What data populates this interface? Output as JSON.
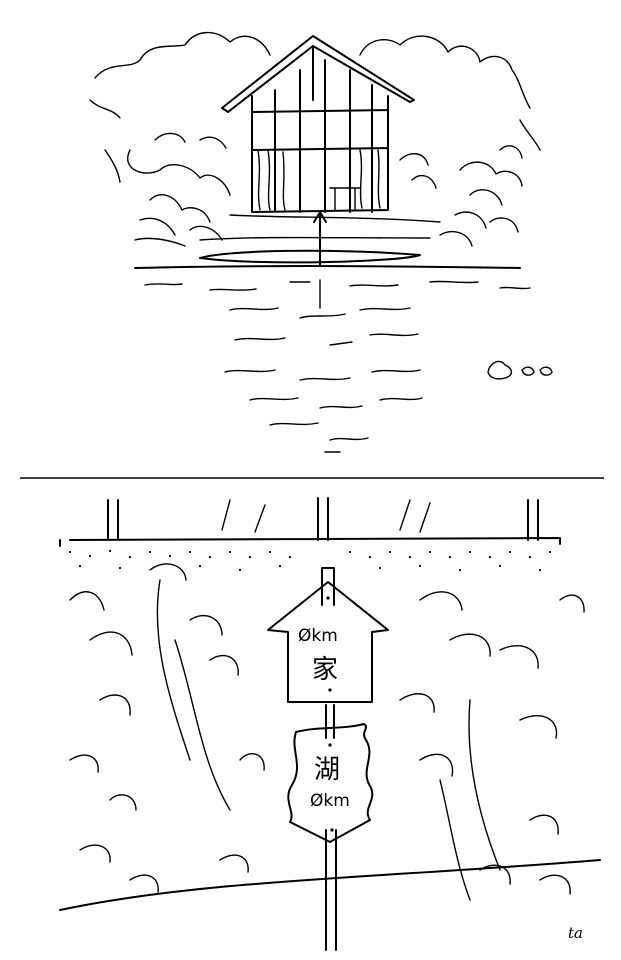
{
  "panels": {
    "top": {
      "description_icon": "house-by-pond-drawing"
    },
    "bottom": {
      "sign_upper": {
        "distance": "Økm",
        "label": "家"
      },
      "sign_lower": {
        "label": "湖",
        "distance": "Økm"
      },
      "signature": "ta"
    }
  },
  "colors": {
    "ink": "#000000",
    "paper": "#ffffff"
  }
}
